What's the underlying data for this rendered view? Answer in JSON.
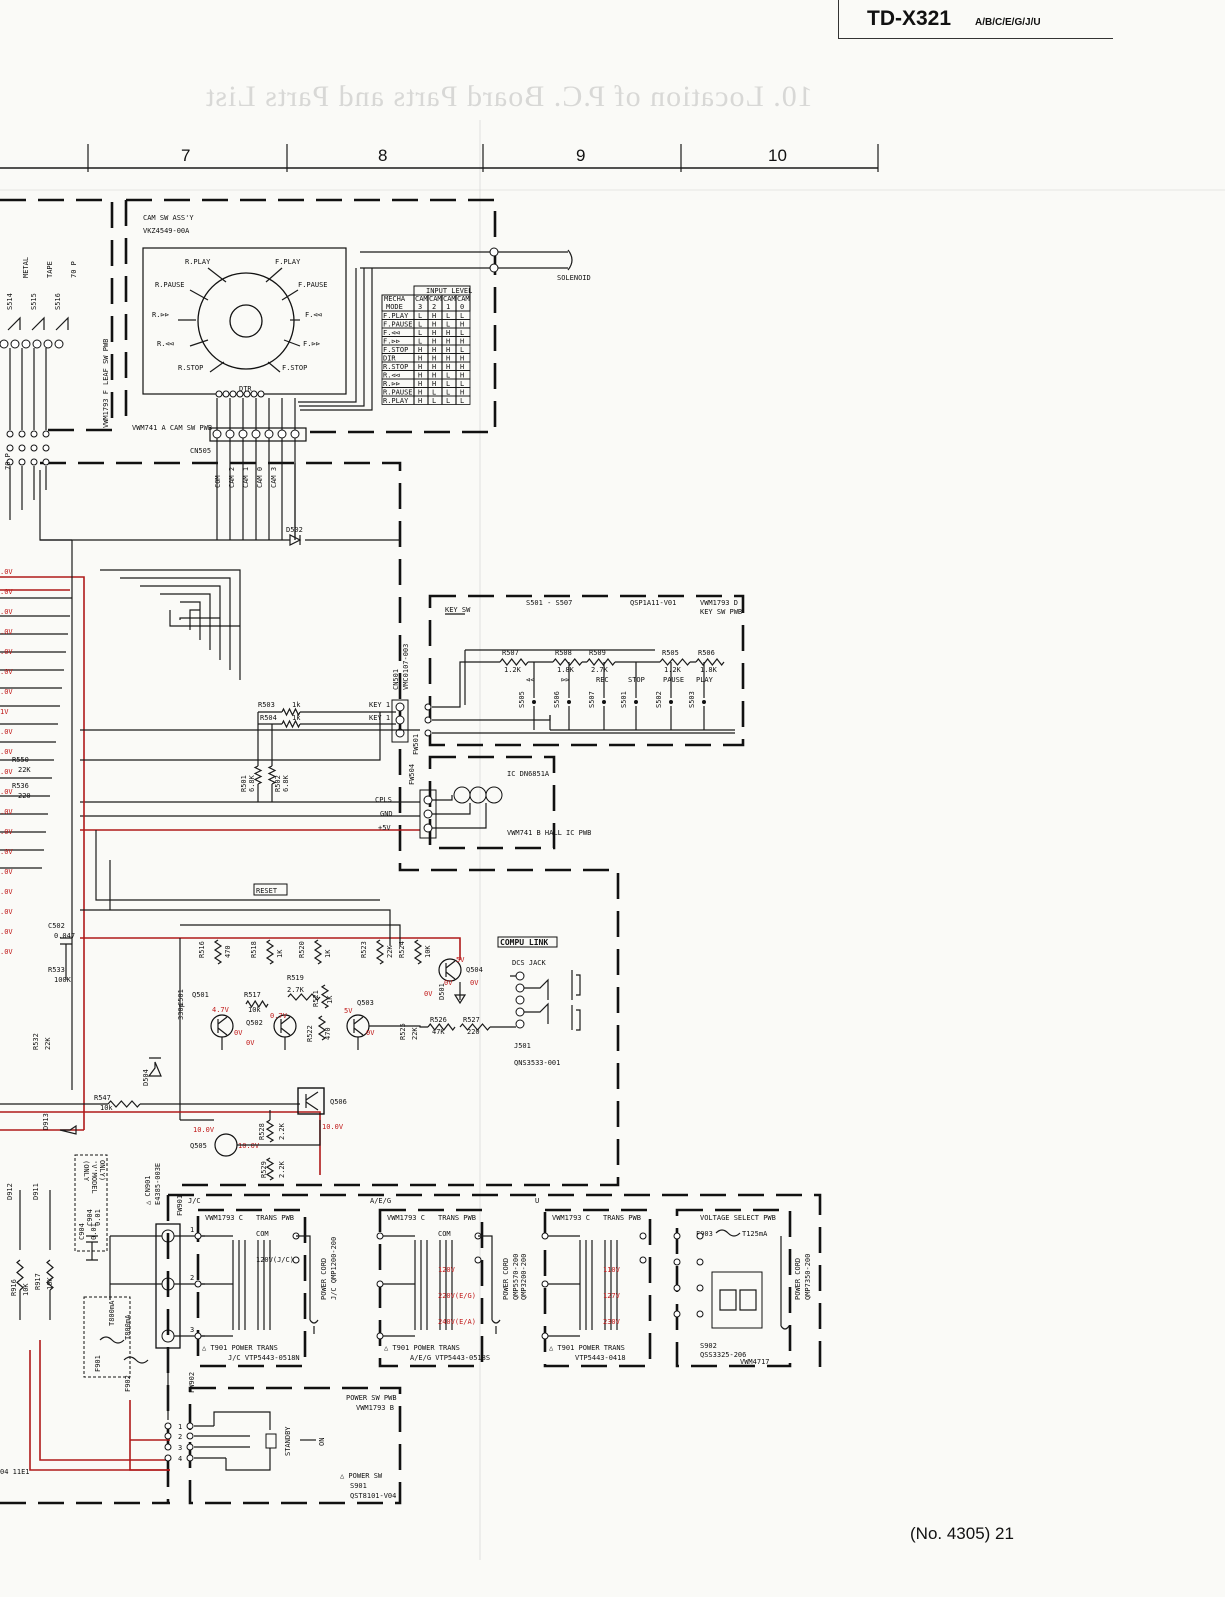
{
  "header": {
    "model": "TD-X321",
    "variants": "A/B/C/E/G/J/U",
    "mirrored_title": "10. Location of P.C. Board Parts and Parts List"
  },
  "columns": [
    "7",
    "8",
    "9",
    "10"
  ],
  "footer": {
    "page": "(No. 4305) 21"
  },
  "cam_assy": {
    "title": "CAM SW ASS'Y",
    "part": "VKZ4549-00A",
    "positions": [
      "R.PLAY",
      "F.PLAY",
      "R.PAUSE",
      "F.PAUSE",
      "R.⊳⊳",
      "F.⊲⊲",
      "R.⊲⊲",
      "F.⊳⊳",
      "R.STOP",
      "F.STOP"
    ],
    "pcb_label": "VWM741 A\nCAM SW PWB",
    "connector": "CN505",
    "pin_labels": [
      "COM",
      "CAM 2",
      "CAM 1",
      "CAM 0",
      "CAM 3"
    ],
    "side_labels": [
      "LEAF SW PWB",
      "VWM1793 F"
    ]
  },
  "input_level_table": {
    "title": "INPUT LEVEL",
    "headers": [
      "MECHA MODE",
      "CAM 3",
      "CAM 2",
      "CAM 1",
      "CAM 0"
    ],
    "rows": [
      [
        "F.PLAY",
        "L",
        "H",
        "L",
        "L"
      ],
      [
        "F.PAUSE",
        "L",
        "H",
        "L",
        "H"
      ],
      [
        "F.⊲⊲",
        "L",
        "H",
        "H",
        "L"
      ],
      [
        "F.⊳⊳",
        "L",
        "H",
        "H",
        "H"
      ],
      [
        "F.STOP",
        "H",
        "H",
        "H",
        "L"
      ],
      [
        "DIR",
        "H",
        "H",
        "H",
        "H"
      ],
      [
        "R.STOP",
        "H",
        "H",
        "H",
        "H"
      ],
      [
        "R.⊲⊲",
        "H",
        "H",
        "L",
        "H"
      ],
      [
        "R.⊳⊳",
        "H",
        "H",
        "L",
        "L"
      ],
      [
        "R.PAUSE",
        "H",
        "L",
        "L",
        "H"
      ],
      [
        "R.PLAY",
        "H",
        "L",
        "L",
        "L"
      ]
    ]
  },
  "solenoid": "SOLENOID",
  "left_switches": [
    "S514",
    "S515",
    "S516"
  ],
  "left_switch_labels": [
    "METAL",
    "TAPE",
    "70 P"
  ],
  "key_sw": {
    "title": "KEY SW",
    "range": "S501 - S507",
    "part": "QSP1A11-V01",
    "pcb": "VWM1793 D\nKEY SW PWB",
    "resistors": [
      {
        "ref": "R507",
        "val": "1.2K"
      },
      {
        "ref": "R508",
        "val": "1.8K"
      },
      {
        "ref": "R509",
        "val": "2.7K"
      },
      {
        "ref": "R505",
        "val": "1.2K"
      },
      {
        "ref": "R506",
        "val": "1.8K"
      }
    ],
    "buttons": [
      "⊲⊲",
      "⊳⊳",
      "REC",
      "STOP",
      "PAUSE",
      "PLAY"
    ],
    "switches": [
      "S505",
      "S506",
      "S507",
      "S501",
      "S502",
      "S503"
    ],
    "connector": "CN501\nVMC0107-003",
    "key_lines": [
      "KEY 1",
      "KEY 1"
    ],
    "r503": "R503 1k",
    "r504": "R504 1k",
    "r501": "R501 6.8K",
    "r502": "R502 6.8K",
    "pin_pwb": "FW501"
  },
  "hall_ic": {
    "ic": "IC\nDN6851A",
    "pcb": "VWM741 B\nHALL IC PWB",
    "pins": [
      "CPLS",
      "GND",
      "+5V"
    ],
    "connector": "FW504"
  },
  "reset": {
    "title": "RESET",
    "components": [
      "R516 470",
      "R518 1K",
      "R520 1K",
      "R523 22K",
      "R524 10K",
      "R519 2.7K",
      "R517 10k",
      "R521 1K",
      "R522 470",
      "R526 47K",
      "R527 220",
      "R525 22K",
      "C501 330p"
    ],
    "transistors": [
      "Q501",
      "Q502",
      "Q503",
      "Q504"
    ],
    "voltages": [
      "4.7V",
      "0V",
      "0V",
      "0.7V",
      "5V",
      "0V",
      "5V",
      "0V",
      "0V",
      "0V"
    ],
    "diode": "D501"
  },
  "compu_link": {
    "title": "COMPU LINK",
    "jack": "DCS JACK",
    "ref": "J501",
    "part": "QNS3533-001"
  },
  "left_parts": [
    "R550 22K",
    "R536 220",
    "C502 0.047",
    "R533 100K",
    "R532 22K",
    "R547 10k",
    "D504",
    "D913",
    "D912",
    "D911",
    "R916 10K",
    "R917 10K",
    "C904 0.01",
    "D502"
  ],
  "q505": {
    "ref": "Q505",
    "v_base": "10.0V",
    "v_emitter": "10.0V",
    "r528": "R528 2.2K",
    "r529": "R529 2.2K"
  },
  "q506": {
    "ref": "Q506",
    "v": "10.0V"
  },
  "power": {
    "connector": "△ CN901\nE4385-003E",
    "fw": "FW901",
    "fw902": "FW902",
    "fuse_note": "(ONLY\n'V'MODEL\nONLY)",
    "fuses": [
      "F901",
      "F902"
    ],
    "fuse_vals": [
      "T800mA",
      "T800mA"
    ],
    "sections": [
      {
        "tag": "J/C",
        "pcb": "VWM1793 C",
        "trans": "TRANS PWB",
        "com": "COM",
        "tap": "120V(J/C)",
        "cord": "POWER CORD",
        "cord_part": "J/C QMP1200-200",
        "trans_ref": "△ T901  POWER TRANS",
        "trans_part": "J/C  VTP5443-0518N"
      },
      {
        "tag": "A/E/G",
        "pcb": "VWM1793 C",
        "trans": "TRANS PWB",
        "com": "COM",
        "taps": [
          "120V",
          "220V(E/G)",
          "240V(E/A)"
        ],
        "cord": "POWER CORD",
        "cord_part": "QMP5570-200\nQMP3200-200",
        "trans_ref": "△ T901  POWER TRANS",
        "trans_part": "A/E/G VTP5443-0518S"
      },
      {
        "tag": "U",
        "pcb": "VWM1793 C",
        "trans": "TRANS PWB",
        "taps": [
          "110V",
          "127V",
          "230V"
        ],
        "trans_ref": "△ T901  POWER TRANS",
        "trans_part": "VTP5443-0418"
      }
    ],
    "voltage_select": {
      "title": "VOLTAGE SELECT PWB",
      "fuse": "F903",
      "fuse_val": "T125mA",
      "switch": "S902",
      "switch_part": "QSS3325-206",
      "pcb": "VWM4717",
      "cord": "POWER CORD",
      "cord_part": "QMP7350-200"
    },
    "power_sw": {
      "pcb": "POWER SW PWB\nVWM1793 B",
      "standby": "STANDBY",
      "on": "ON",
      "title": "△ POWER SW",
      "ref": "S901",
      "part": "QST8101-V04"
    }
  },
  "bottom_left": "04  11E1",
  "left_voltages": [
    ".0V",
    ".0V",
    ".0V",
    ".0V",
    ".0V",
    ".0V",
    ".0V",
    "1V",
    ".0V",
    ".0V",
    ".0V",
    ".0V",
    ".0V",
    ".0V",
    ".0V",
    ".0V",
    ".0V",
    ".0V",
    ".0V",
    ".0V"
  ]
}
